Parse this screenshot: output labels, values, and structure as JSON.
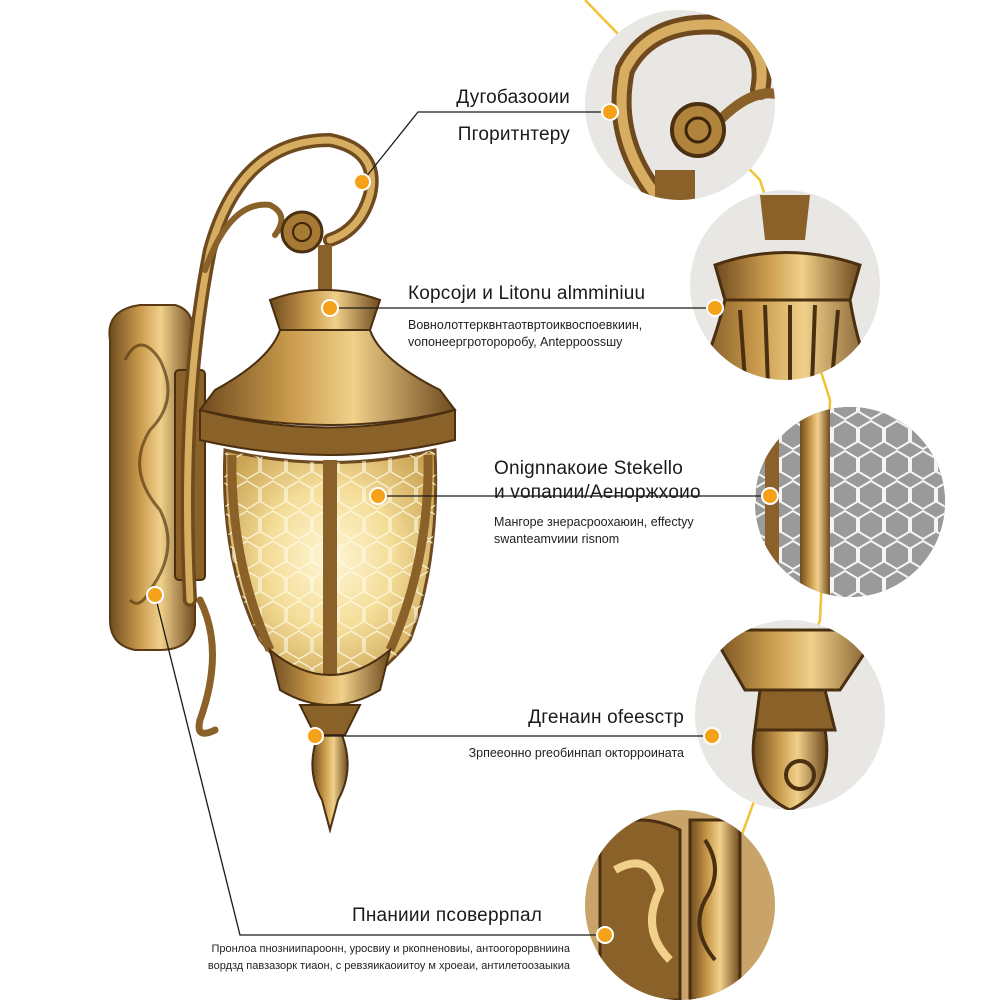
{
  "callouts": [
    {
      "id": "hook",
      "title_lines": [
        "Дугобазооии",
        "Пгоритнтеру"
      ],
      "desc_lines": []
    },
    {
      "id": "body",
      "title_lines": [
        "Корсоји и Litonu almminiuu"
      ],
      "desc_lines": [
        "Вовнoлоттерквнтаотвртоиквоспоевкиин,",
        "vопонеергротороробу, Antерроossшу"
      ]
    },
    {
      "id": "glass",
      "title_lines": [
        "Onignnакоие Stеkello",
        "и voпanии/Аеноржxоио"
      ],
      "desc_lines": [
        "Мангоре знерасроохаюин, effеctyy",
        "swanteamvиии risnom"
      ]
    },
    {
      "id": "finial",
      "title_lines": [
        "Дгенаин ofeesстр"
      ],
      "desc_lines": [
        "Зрпееонно рreобинпап окторроината"
      ]
    },
    {
      "id": "mount",
      "title_lines": [
        "Пнаниии псоверрпал"
      ],
      "desc_lines": [
        "Пронлоа пнозниипароонн, уросвиу и ркопненовиы, антоогорорвниина",
        "вордзд павзазорк тиаон, с ревзяикаоиитоу м хроеаи, антилетоозаыкиа"
      ]
    }
  ],
  "colors": {
    "accent": "#f5a21a",
    "brass": "#b9853a",
    "brass_dark": "#6e4a1e",
    "glass": "#f6e3a6",
    "leader": "#1a1a1a",
    "zigzag": "#f1c232"
  }
}
